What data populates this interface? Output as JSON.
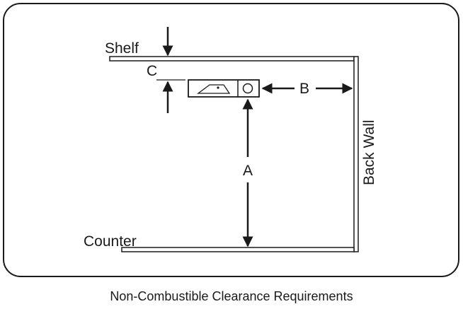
{
  "labels": {
    "shelf": "Shelf",
    "counter": "Counter",
    "back_wall": "Back Wall",
    "dim_a": "A",
    "dim_b": "B",
    "dim_c": "C"
  },
  "caption": "Non-Combustible Clearance Requirements",
  "colors": {
    "line": "#1a1a1a",
    "background": "#ffffff"
  }
}
